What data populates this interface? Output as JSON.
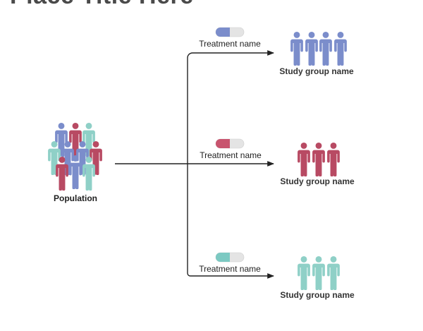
{
  "title": "Place Title Here",
  "population": {
    "label": "Population"
  },
  "arms": [
    {
      "treatment_label": "Treatment name",
      "group_label": "Study group name",
      "color": "#7B8DCB",
      "people_count": 4
    },
    {
      "treatment_label": "Treatment name",
      "group_label": "Study group name",
      "color": "#B84A63",
      "people_count": 3
    },
    {
      "treatment_label": "Treatment name",
      "group_label": "Study group name",
      "color": "#8FD0C7",
      "people_count": 3
    }
  ],
  "colors": {
    "arrow": "#222222",
    "pill_light": "#E4E4E4",
    "blue": "#7B8DCB",
    "red": "#B84A63",
    "teal": "#8FD0C7"
  }
}
